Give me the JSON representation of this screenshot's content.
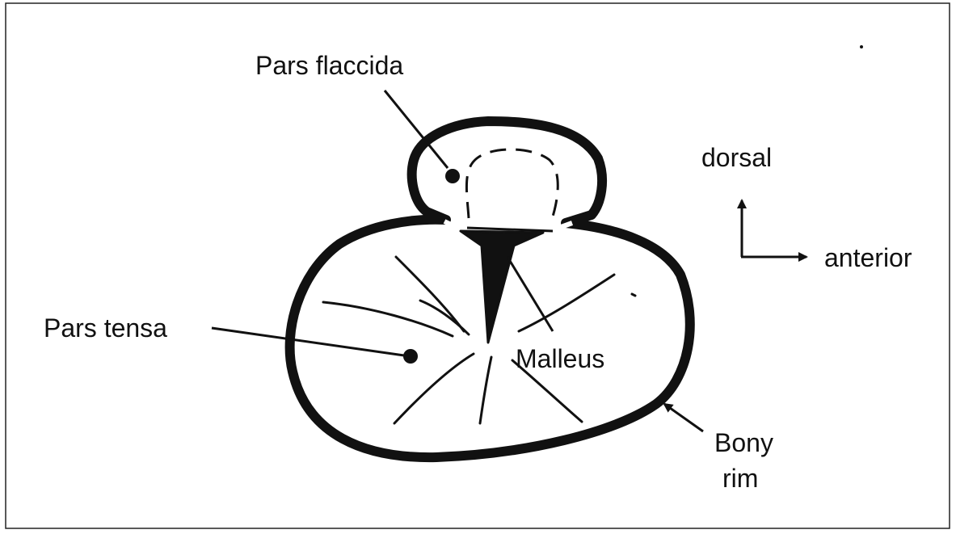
{
  "labels": {
    "pars_flaccida": "Pars flaccida",
    "pars_tensa": "Pars tensa",
    "malleus": "Malleus",
    "bony_rim_line1": "Bony",
    "bony_rim_line2": "rim",
    "dorsal": "dorsal",
    "anterior": "anterior"
  },
  "colors": {
    "ink": "#111111",
    "background": "#ffffff"
  }
}
